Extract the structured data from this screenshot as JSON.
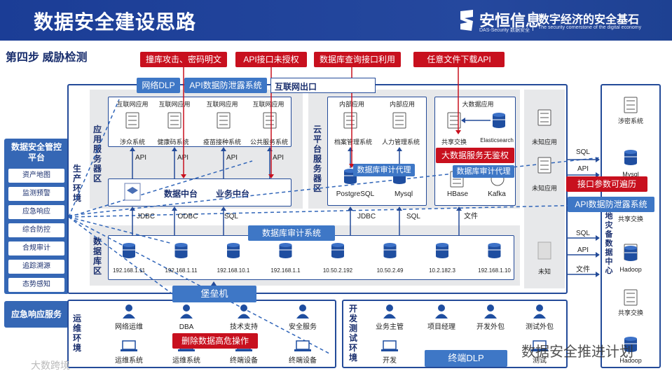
{
  "header": {
    "title": "数据安全建设思路",
    "brand": "安恒信息",
    "brand_sub": "DAS-Security 数据安全",
    "slogan": "数字经济的安全基石",
    "slogan_sub": "The security cornerstone of the digital economy",
    "step": "第四步  威胁检测"
  },
  "threats": [
    "撞库攻击、密码明文",
    "API接口未授权",
    "数据库查询接口利用",
    "任意文件下载API",
    "大数据服务无鉴权",
    "接口参数可遍历",
    "删除数据高危操作"
  ],
  "security_components": {
    "network_dlp": "网络DLP",
    "api_leak_top": "API数据防泄露系统",
    "internet_exit": "互联网出口",
    "db_audit_proxy": "数据库审计代理",
    "db_audit_proxy_2": "数据库审计代理",
    "api_leak_right": "API数据防泄露系统",
    "db_audit_system": "数据库审计系统",
    "bastion": "堡垒机",
    "endpoint_dlp": "终端DLP"
  },
  "left_platform": {
    "title": "数据安全管控平台",
    "items": [
      "资产地图",
      "监测预警",
      "应急响应",
      "综合防控",
      "合规审计",
      "追踪溯源",
      "态势感知"
    ],
    "emergency": "应急响应服务"
  },
  "zones": {
    "production": "生产环境",
    "app_service": "应用服务器区",
    "cloud": "云平台服务器区",
    "database": "数据库区",
    "ops": "运维环境",
    "devtest": "开发测试环境",
    "disaster": "异地灾备数据中心"
  },
  "apps": [
    {
      "cat": "互联网应用",
      "name": "涉众系统"
    },
    {
      "cat": "互联网应用",
      "name": "健康码系统"
    },
    {
      "cat": "互联网应用",
      "name": "疫苗接种系统"
    },
    {
      "cat": "互联网应用",
      "name": "公共服务系统"
    }
  ],
  "api_label": "API",
  "middle": {
    "data_center": "数据中台",
    "biz_center": "业务中台"
  },
  "protocols": {
    "jdbc": "JDBC",
    "odbc": "ODBC",
    "sql": "SQL",
    "file": "文件"
  },
  "cloud_apps": [
    {
      "cat": "内部应用",
      "name": "档案管理系统"
    },
    {
      "cat": "内部应用",
      "name": "人力管理系统"
    }
  ],
  "cloud_dbs": [
    "PostgreSQL",
    "Mysql"
  ],
  "bigdata": {
    "cat": "大数据应用",
    "share": "共享交换",
    "es": "Elasticsearch",
    "hbase": "HBase",
    "kafka": "Kafka"
  },
  "unknown_apps": [
    "未知应用",
    "未知应用",
    "未知"
  ],
  "db_ips": [
    "192.168.1.11",
    "192.168.1.11",
    "192.168.10.1",
    "192.168.1.1",
    "10.50.2.192",
    "10.50.2.49",
    "10.2.182.3",
    "192.168.1.10"
  ],
  "ops_people": [
    "网络运维",
    "DBA",
    "技术支持",
    "安全服务"
  ],
  "ops_devices": [
    "运维系统",
    "运维系统",
    "终端设备",
    "终端设备"
  ],
  "dev_people": [
    "业务主管",
    "项目经理",
    "开发外包",
    "测试外包"
  ],
  "dev_devices": [
    "开发",
    "测试"
  ],
  "dr_items": [
    "涉密系统",
    "Mysql",
    "共享交换",
    "Hadoop",
    "共享交换",
    "Hadoop"
  ],
  "watermark_right": "数据安全推进计划",
  "watermark_left": "大数跨境"
}
